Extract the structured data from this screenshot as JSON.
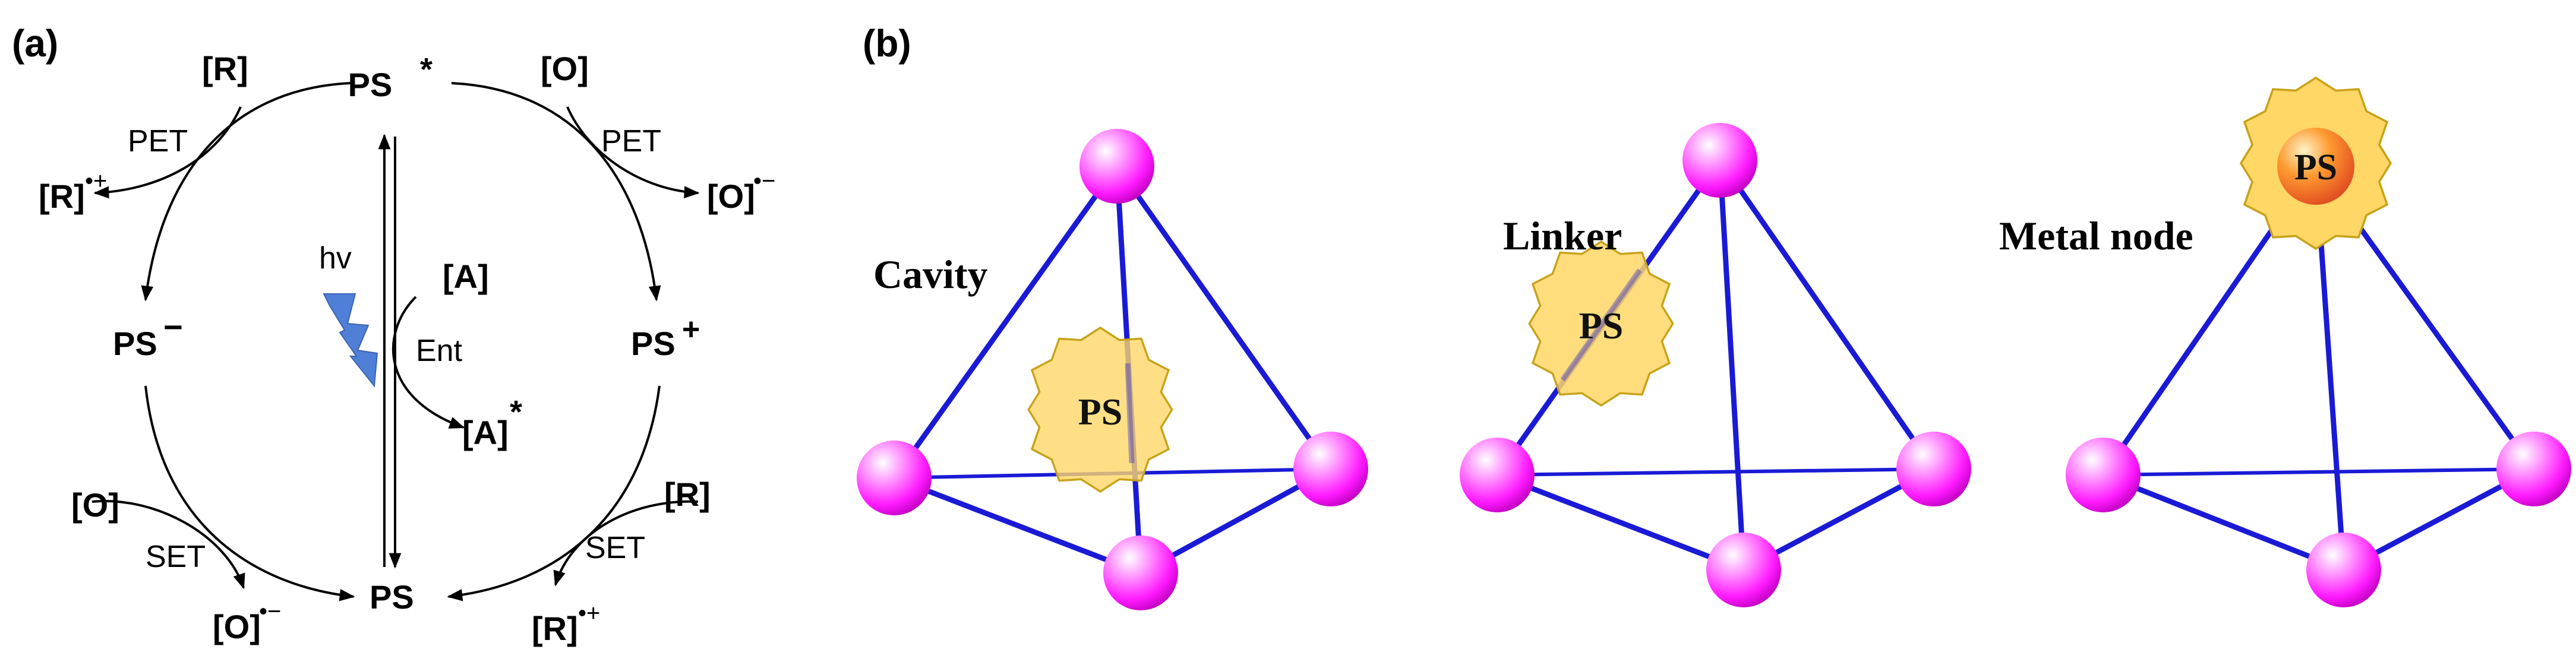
{
  "panels": {
    "a": {
      "label": "(a)",
      "ps_excited": "PS",
      "ps_excited_mark": "*",
      "ps_minus": "PS",
      "ps_minus_mark": "−",
      "ps_plus": "PS",
      "ps_plus_mark": "+",
      "ps_ground": "PS",
      "hv": "hv",
      "ent": "Ent",
      "acceptor": "[A]",
      "acceptor_excited": "[A]",
      "acceptor_excited_mark": "*",
      "top_left": {
        "reagent": "[R]",
        "process": "PET",
        "product": "[R]",
        "product_mark": "•+"
      },
      "top_right": {
        "reagent": "[O]",
        "process": "PET",
        "product": "[O]",
        "product_mark": "•−"
      },
      "bottom_left": {
        "reagent": "[O]",
        "process": "SET",
        "product": "[O]",
        "product_mark": "•−"
      },
      "bottom_right": {
        "reagent": "[R]",
        "process": "SET",
        "product": "[R]",
        "product_mark": "•+"
      }
    },
    "b": {
      "label": "(b)",
      "tetrahedra": [
        {
          "caption": "Cavity",
          "ps_label": "PS"
        },
        {
          "caption": "Linker",
          "ps_label": "PS"
        },
        {
          "caption": "Metal node",
          "ps_label": "PS"
        }
      ]
    }
  },
  "colors": {
    "edge": "#1a1ad6",
    "node": "#ff33ff",
    "star_fill": "#ffd766",
    "star_stroke": "#c8a21a",
    "node_ps": "#ff8a2a",
    "bolt": "#4f7fd6"
  }
}
